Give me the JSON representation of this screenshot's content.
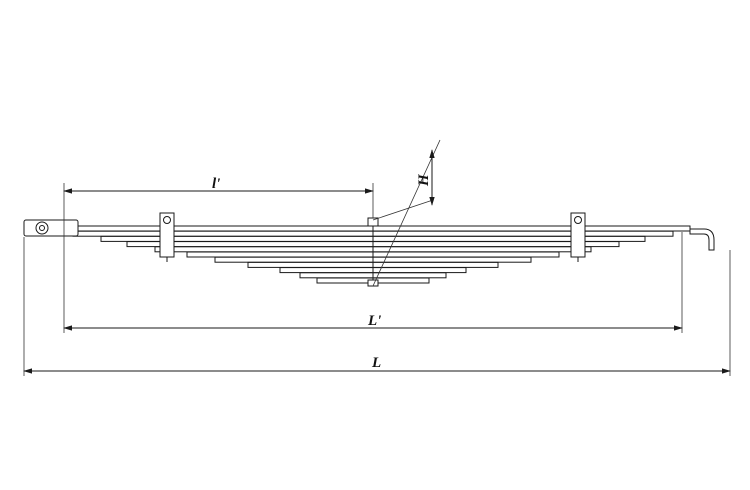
{
  "labels": {
    "leaf_length": "l'",
    "height": "H",
    "overall_span": "L'",
    "total_length": "L"
  },
  "leaves_count": 11,
  "colors": {
    "line": "#1a1a1a",
    "background": "#ffffff"
  }
}
